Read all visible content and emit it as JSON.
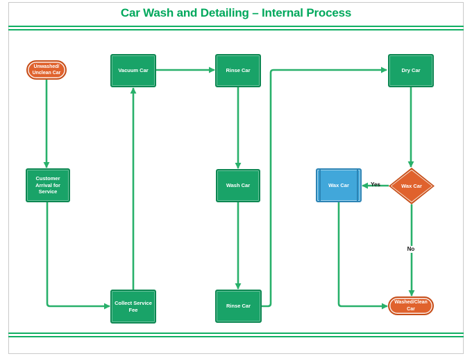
{
  "title": "Car Wash and Detailing – Internal Process",
  "colors": {
    "title_green": "#00a85c",
    "rule_green": "#0fae62",
    "line_green": "#28b06a",
    "process_fill": "#19a368",
    "process_border": "#0d8752",
    "terminator_fill": "#e0622d",
    "terminator_border": "#c64d18",
    "decision_fill": "#e0622d",
    "decision_border": "#c64d18",
    "predefined_fill": "#41a7da",
    "predefined_border": "#2b83b4"
  },
  "nodes": [
    {
      "id": "unwashed-unclean-car",
      "type": "terminator",
      "label": "Unwashed/\nUnclean Car"
    },
    {
      "id": "vacuum-car",
      "type": "process",
      "label": "Vacuum Car"
    },
    {
      "id": "rinse-car-top",
      "type": "process",
      "label": "Rinse Car"
    },
    {
      "id": "dry-car",
      "type": "process",
      "label": "Dry Car"
    },
    {
      "id": "customer-arrival-for-service",
      "type": "process",
      "label": "Customer\nArrival for\nService"
    },
    {
      "id": "wash-car",
      "type": "process",
      "label": "Wash Car"
    },
    {
      "id": "wax-car-predefined",
      "type": "predefined",
      "label": "Wax Car"
    },
    {
      "id": "wax-car-decision",
      "type": "decision",
      "label": "Wax Car"
    },
    {
      "id": "collect-service-fee",
      "type": "process",
      "label": "Collect Service\nFee"
    },
    {
      "id": "rinse-car-bottom",
      "type": "process",
      "label": "Rinse Car"
    },
    {
      "id": "washed-clean-car",
      "type": "terminator",
      "label": "Washed/Clean\nCar"
    }
  ],
  "edge_labels": {
    "yes": "Yes",
    "no": "No"
  }
}
